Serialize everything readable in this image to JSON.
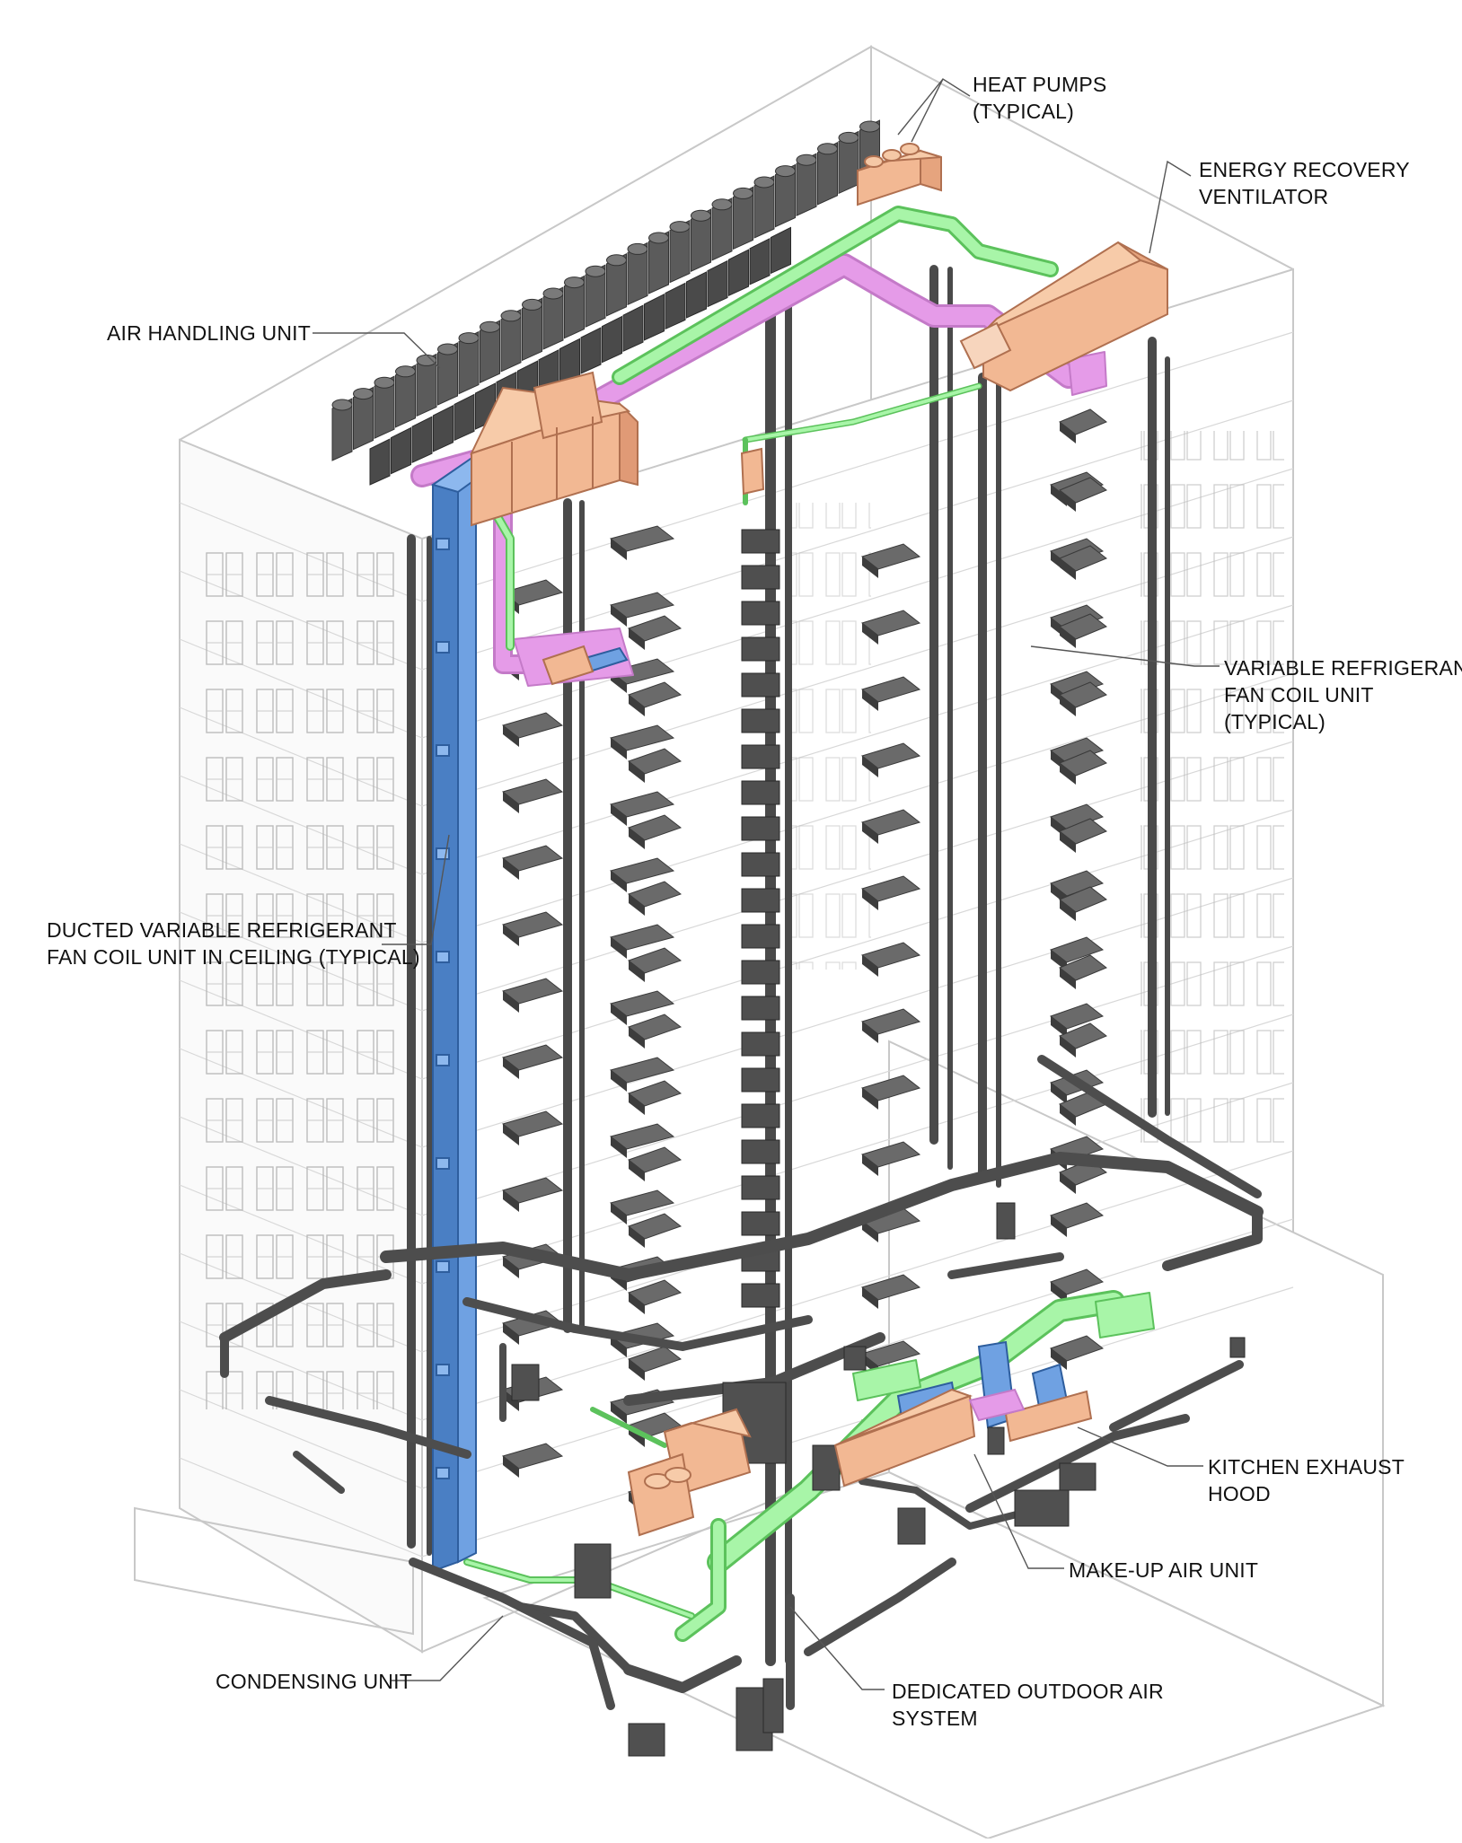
{
  "labels": {
    "heat_pumps": {
      "line1": "HEAT PUMPS",
      "line2": "(TYPICAL)"
    },
    "erv": {
      "line1": "ENERGY RECOVERY",
      "line2": "VENTILATOR"
    },
    "ahu": {
      "line1": "AIR HANDLING UNIT"
    },
    "vrf_fcu": {
      "line1": "VARIABLE REFRIGERANT",
      "line2": "FAN COIL UNIT",
      "line3": "(TYPICAL)"
    },
    "ducted_vrf": {
      "line1": "DUCTED VARIABLE REFRIGERANT",
      "line2": "FAN COIL UNIT IN CEILING (TYPICAL)"
    },
    "kitchen_hood": {
      "line1": "KITCHEN EXHAUST",
      "line2": "HOOD"
    },
    "mau": {
      "line1": "MAKE-UP AIR UNIT"
    },
    "condensing": {
      "line1": "CONDENSING UNIT"
    },
    "doas": {
      "line1": "DEDICATED OUTDOOR AIR",
      "line2": "SYSTEM"
    }
  },
  "colors": {
    "equipment": "#f2b893",
    "supply_duct": "#5b8fd6",
    "refrigerant_green": "#8fe88f",
    "exhaust_pink": "#e59be8",
    "pipe_gray": "#595959",
    "building_outline": "#c8c8c8"
  }
}
